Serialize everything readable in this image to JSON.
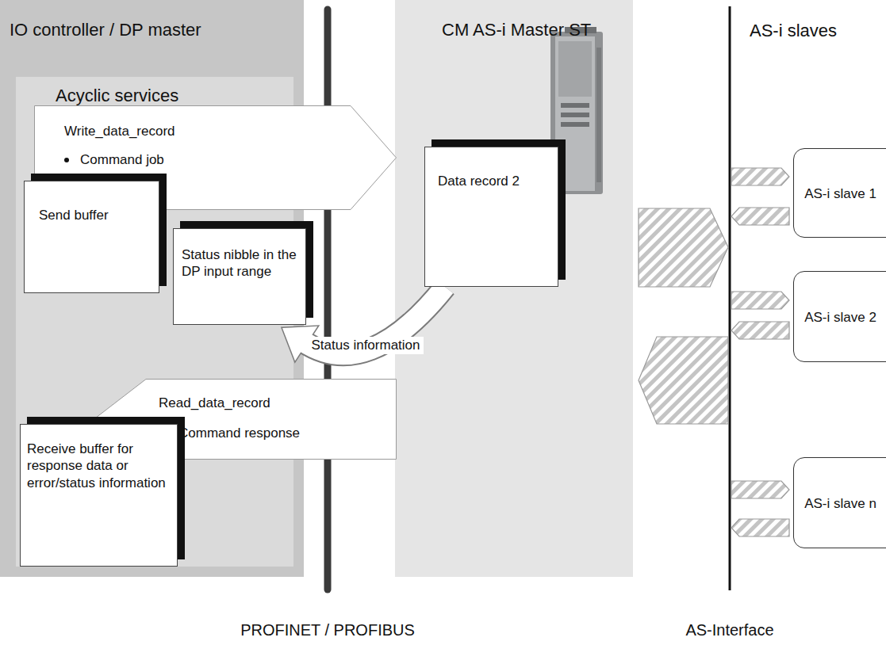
{
  "diagram": {
    "nodes": [
      {
        "text": [
          "IO controller / DP master"
        ]
      },
      {
        "text": [
          "Acyclic services"
        ],
        "in": 0
      },
      {
        "text": [
          "Write_data_record",
          "Command job"
        ],
        "in": 1
      },
      {
        "text": [
          "Send buffer"
        ],
        "in": 1
      },
      {
        "text": [
          "Status nibble in the DP input range"
        ],
        "in": 1
      },
      {
        "text": [
          "Read_data_record",
          "Command response"
        ],
        "in": 1
      },
      {
        "text": [
          "Receive buffer for response data or error/status information"
        ],
        "in": 1
      },
      {
        "text": [
          "CM AS-i Master ST"
        ]
      },
      {
        "text": [
          "Data record 2"
        ],
        "in": 7
      },
      {
        "text": [
          "AS-i slave 1"
        ]
      },
      {
        "text": [
          "AS-i slave 2"
        ]
      },
      {
        "text": [
          "AS-i slave n"
        ]
      }
    ],
    "edges": [
      {
        "from": 8,
        "to": 4,
        "arrow": "to",
        "label": "Status information"
      }
    ],
    "labels": [
      "AS-i slaves",
      "PROFINET / PROFIBUS",
      "AS-Interface"
    ]
  }
}
